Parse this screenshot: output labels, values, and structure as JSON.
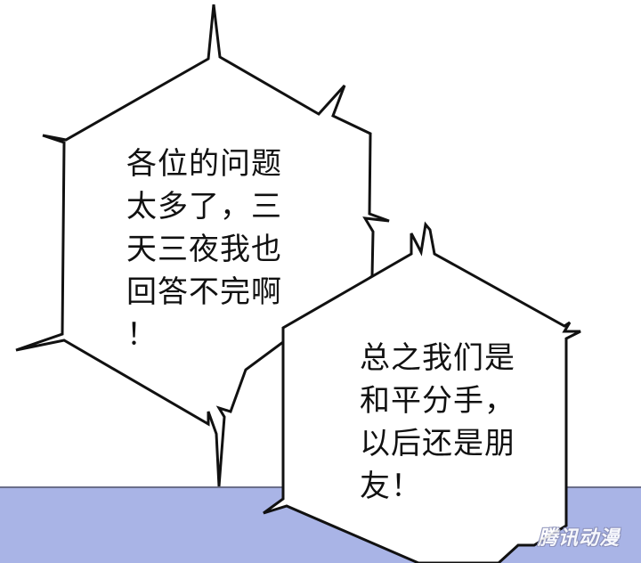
{
  "colors": {
    "floor": "#a9b4e6",
    "bubble_fill": "#ffffff",
    "bubble_outline": "#111111"
  },
  "bubbles": {
    "left": {
      "lines": [
        "各位的问题",
        "太多了，三",
        "天三夜我也",
        "回答不完啊",
        "！"
      ]
    },
    "right": {
      "lines": [
        "总之我们是",
        "和平分手，",
        "以后还是朋",
        "友！"
      ]
    }
  },
  "watermark": {
    "text": "腾讯动漫"
  }
}
